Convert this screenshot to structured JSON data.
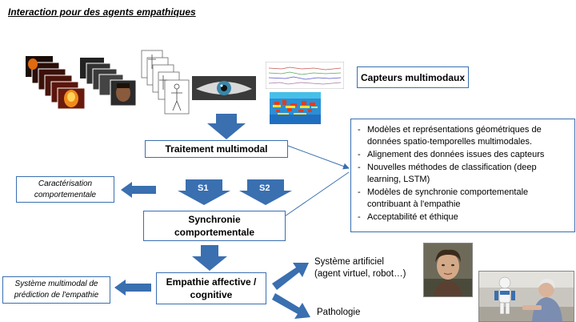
{
  "title": "Interaction pour des agents empathiques",
  "sensors_box": "Capteurs multimodaux",
  "processing_box": "Traitement multimodal",
  "characterization_box": [
    "Caractérisation",
    "comportementale"
  ],
  "synchrony_box": [
    "Synchronie",
    "comportementale"
  ],
  "empathy_box": [
    "Empathie affective /",
    "cognitive"
  ],
  "prediction_box": [
    "Système multimodal de",
    "prédiction de l'empathie"
  ],
  "s1_label": "S1",
  "s2_label": "S2",
  "artificial_system": [
    "Système artificiel",
    "(agent virtuel, robot…)"
  ],
  "pathology": "Pathologie",
  "research_items": [
    [
      "Modèles et représentations géométriques de",
      "données spatio-temporelles multimodales."
    ],
    [
      "Alignement des données issues des capteurs"
    ],
    [
      "Nouvelles méthodes de classification (deep",
      "learning, LSTM)"
    ],
    [
      "Modèles de synchronie comportementale",
      "contribuant à l'empathie"
    ],
    [
      "Acceptabilité et éthique"
    ]
  ],
  "colors": {
    "accent": "#3a6fb0",
    "border": "#3a6fb0"
  }
}
